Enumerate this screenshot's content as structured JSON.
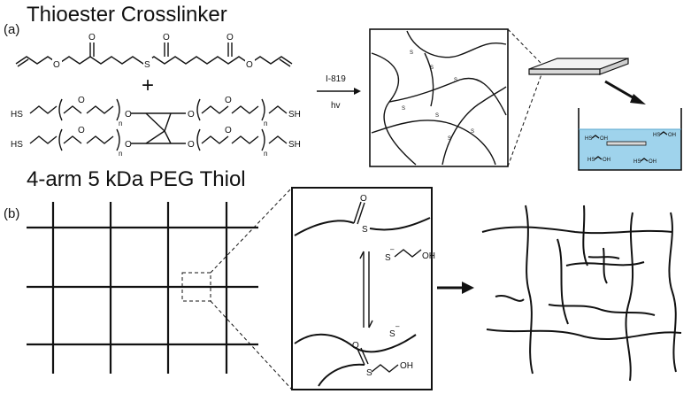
{
  "panel_a": {
    "label": "(a)",
    "crosslinker_title": "Thioester Crosslinker",
    "plus": "+",
    "peg_title": "4-arm 5 kDa PEG Thiol",
    "atoms": {
      "O": "O",
      "S": "S",
      "SH": "SH",
      "HS": "HS",
      "n": "n",
      "OH": "OH"
    },
    "initiator": "I-819",
    "light": "hv"
  },
  "panel_b": {
    "label": "(b)",
    "thiolate": "S",
    "charge": "–",
    "hydroxyl": "OH"
  }
}
